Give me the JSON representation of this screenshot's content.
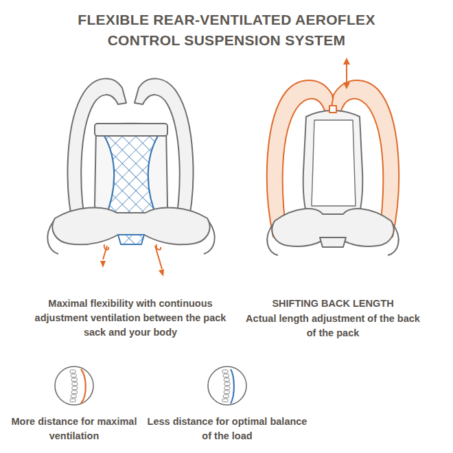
{
  "diagram": {
    "title": "FLEXIBLE REAR-VENTILATED AEROFLEX CONTROL SUSPENSION SYSTEM",
    "labels": [
      "Maximal flexibility with continuous adjustment ventilation between the pack sack and your body",
      "SHIFTING BACK LENGTH",
      "Actual length adjustment of the back of the pack",
      "More distance for maximal ventilation",
      "Less distance for optimal balance of the load"
    ]
  }
}
